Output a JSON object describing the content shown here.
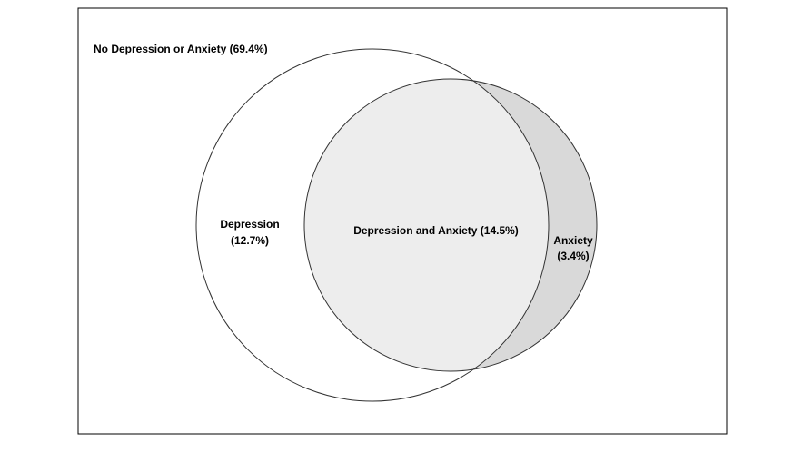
{
  "diagram": {
    "outside_label": "No Depression or Anxiety (69.4%)",
    "sets": {
      "depression": {
        "name": "Depression",
        "value": "(12.7%)"
      },
      "anxiety": {
        "name": "Anxiety",
        "value": "(3.4%)"
      },
      "overlap": {
        "label": "Depression and Anxiety (14.5%)"
      }
    },
    "colors": {
      "frame": "#000000",
      "depression_fill": "#ffffff",
      "anxiety_fill": "#d9d9d9",
      "overlap_fill": "#ededed",
      "stroke": "#333333"
    }
  }
}
